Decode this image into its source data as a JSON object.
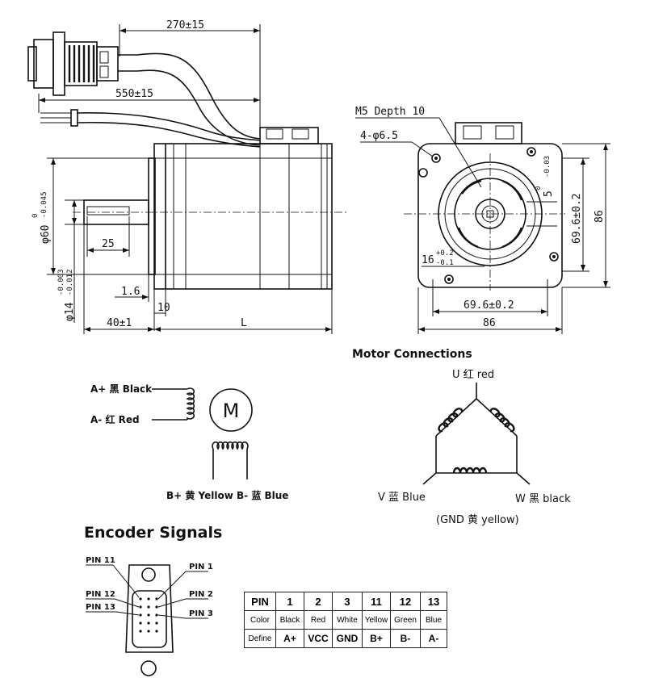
{
  "dimensions": {
    "cable_270": "270±15",
    "cable_550": "550±15",
    "dia_60": "φ60",
    "dia_60_tol_upper": "0",
    "dia_60_tol_lower": "-0.045",
    "dia_14": "φ14",
    "dia_14_tol_upper": "-0.003",
    "dia_14_tol_lower": "-0.012",
    "key_25": "25",
    "d_1_6": "1.6",
    "d_10": "10",
    "d_40": "40±1",
    "d_L": "L",
    "m5": "M5 Depth 10",
    "holes": "4-φ6.5",
    "key_5": "5",
    "key_5_tol_upper": "0",
    "key_5_tol_lower": "-0.03",
    "key_16": "16",
    "key_16_tol_upper": "+0.2",
    "key_16_tol_lower": "-0.1",
    "pitch_v": "69.6±0.2",
    "size_v": "86",
    "pitch_h": "69.6±0.2",
    "size_h": "86"
  },
  "motor": {
    "title": "Motor Connections",
    "a_plus": "A+ 黑 Black",
    "a_minus": "A- 红 Red",
    "symbol": "M",
    "b_labels": "B+ 黄 Yellow  B- 蓝 Blue",
    "u": "U 红 red",
    "v": "V 蓝 Blue",
    "w": "W 黑 black",
    "gnd": "(GND 黄 yellow)"
  },
  "encoder": {
    "title": "Encoder Signals",
    "pins": [
      "PIN 11",
      "PIN 12",
      "PIN 13",
      "PIN 1",
      "PIN 2",
      "PIN 3"
    ],
    "table": {
      "headers": [
        "PIN",
        "1",
        "2",
        "3",
        "11",
        "12",
        "13"
      ],
      "color_row": [
        "Color",
        "Black",
        "Red",
        "White",
        "Yellow",
        "Green",
        "Blue"
      ],
      "define_row": [
        "Define",
        "A+",
        "VCC",
        "GND",
        "B+",
        "B-",
        "A-"
      ]
    }
  }
}
